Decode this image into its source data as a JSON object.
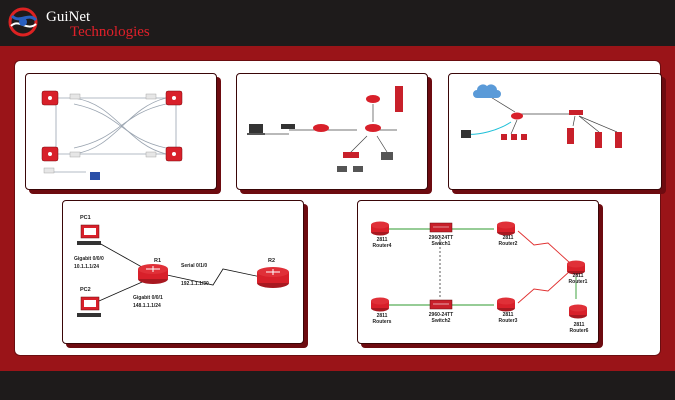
{
  "brand": {
    "line1": "GuiNet",
    "line2": "Technologies"
  },
  "colors": {
    "frame": "#9a1418",
    "background": "#1e1b1b",
    "router": "#e0303a",
    "switch": "#c8202a",
    "link": "#1a1a1a",
    "serial": "#e03030"
  },
  "diagram4": {
    "pc1": "PC1",
    "pc2": "PC2",
    "pc1_if": "Gigabit 0/0/0",
    "pc1_ip": "10.1.1.1/24",
    "r1": "R1",
    "r2": "R2",
    "serial_if": "Serial 0/1/0",
    "serial_ip": "192.1.1.1/30",
    "pc2_if": "Gigabit 0/0/1",
    "pc2_ip": "148.1.1.1/24"
  },
  "diagram5": {
    "router4": {
      "model": "2811",
      "name": "Router4"
    },
    "switch1": {
      "model": "2960-24TT",
      "name": "Switch1"
    },
    "router2": {
      "model": "2811",
      "name": "Router2"
    },
    "router1": {
      "model": "2811",
      "name": "Router1"
    },
    "routers": {
      "model": "2811",
      "name": "Routers"
    },
    "switch2": {
      "model": "2960-24TT",
      "name": "Switch2"
    },
    "router3": {
      "model": "2811",
      "name": "Router3"
    },
    "router6": {
      "model": "2811",
      "name": "Router6"
    }
  }
}
